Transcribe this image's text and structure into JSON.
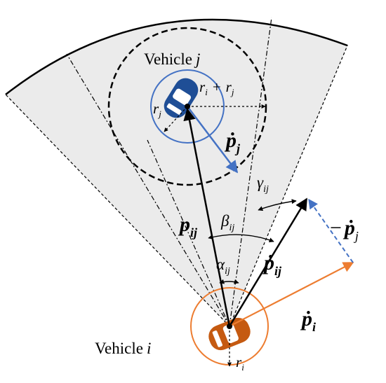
{
  "labels": {
    "vehicle_j": "Vehicle",
    "vehicle_j_sub": "j",
    "vehicle_i": "Vehicle",
    "vehicle_i_sub": "i",
    "r_sum_r": "r",
    "r_sum_i": "i",
    "plus": "+",
    "r_sum_r2": "r",
    "r_sum_j": "j",
    "r_j_r": "r",
    "r_j_j": "j",
    "r_i_r": "r",
    "r_i_i": "i",
    "pdot_j_p": "ṗ",
    "pdot_j_sub": "j",
    "p_ij_p": "p",
    "p_ij_sub": "ij",
    "beta_sym": "β",
    "beta_sub": "ij",
    "gamma_sym": "γ",
    "gamma_sub": "ij",
    "alpha_sym": "α",
    "alpha_sub": "ij",
    "pdot_ij_p": "ṗ",
    "pdot_ij_sub": "ij",
    "neg_pdot_j_minus": "−",
    "neg_pdot_j_p": "ṗ",
    "neg_pdot_j_sub": "j",
    "pdot_i_p": "ṗ",
    "pdot_i_sub": "i"
  },
  "colors": {
    "sector_fill": "#ebebeb",
    "blue": "#4472c4",
    "blue_car": "#1f4e96",
    "orange": "#ed7d31",
    "orange_car": "#c55a11",
    "black": "#000000"
  },
  "icons": {
    "vehicle_j": "car-top-view-icon",
    "vehicle_i": "car-top-view-icon"
  }
}
